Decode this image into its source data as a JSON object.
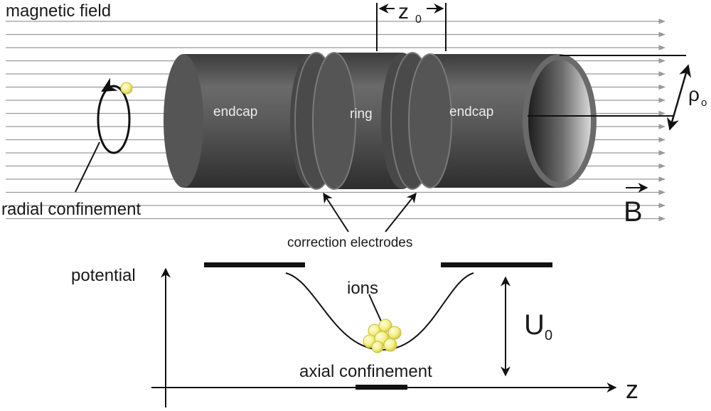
{
  "labels": {
    "magnetic_field": "magnetic field",
    "z0": "z",
    "z0_sub": "0",
    "rho": "ρ",
    "rho_sub": "o",
    "endcap_left": "endcap",
    "ring": "ring",
    "endcap_right": "endcap",
    "radial_confinement": "radial confinement",
    "b_field": "B",
    "correction_electrodes": "correction electrodes",
    "potential": "potential",
    "ions": "ions",
    "u0": "U",
    "u0_sub": "0",
    "axial_confinement": "axial confinement",
    "z_axis": "z"
  },
  "colors": {
    "field_line": "#9a9a9a",
    "electrode": "#5b5b5b",
    "electrode_dark": "#3a3a3a",
    "electrode_light": "#7c7c7c",
    "ion_fill": "#f3ee8c",
    "ion_stroke": "#c9bf36",
    "ink": "#111111"
  }
}
